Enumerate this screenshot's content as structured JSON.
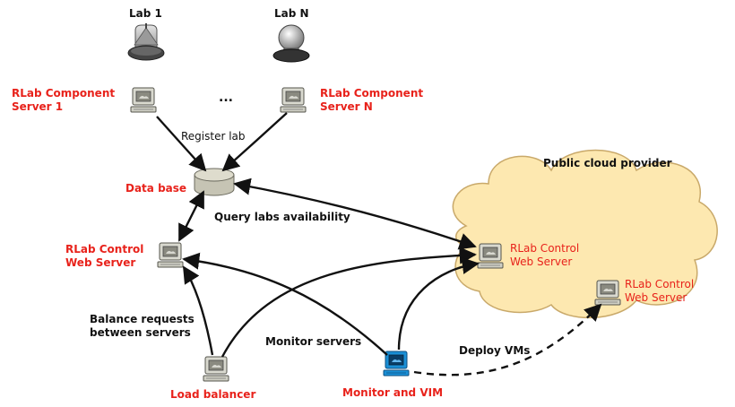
{
  "diagram": {
    "colors": {
      "red_label": "#e8221b",
      "cloud_fill": "#fde8b0",
      "cloud_stroke": "#c9a96a",
      "monitor_blue": "#1a8fd6",
      "line": "#111111"
    },
    "labs": [
      {
        "name": "Lab 1",
        "icon": "lab-device-icon"
      },
      {
        "name": "Lab N",
        "icon": "lab-device-icon"
      }
    ],
    "component_servers": [
      {
        "label": "RLab Component\nServer 1",
        "icon": "computer-icon"
      },
      {
        "label": "RLab Component\nServer N",
        "icon": "computer-icon"
      }
    ],
    "ellipsis": "...",
    "register_lab": "Register lab",
    "database": {
      "label": "Data base",
      "icon": "database-icon"
    },
    "query_labs": "Query labs availability",
    "cloud": {
      "label": "Public cloud provider"
    },
    "control_servers": [
      {
        "label": "RLab Control\nWeb Server",
        "icon": "computer-icon"
      },
      {
        "label": "RLab Control\nWeb Server",
        "icon": "computer-icon"
      },
      {
        "label": "RLab Control\nWeb Server",
        "icon": "computer-icon"
      }
    ],
    "balance_requests": "Balance requests\nbetween servers",
    "monitor_servers": "Monitor servers",
    "deploy_vms": "Deploy VMs",
    "load_balancer": {
      "label": "Load balancer",
      "icon": "computer-icon"
    },
    "monitor_vim": {
      "label": "Monitor and VIM",
      "icon": "monitor-computer-icon"
    }
  }
}
